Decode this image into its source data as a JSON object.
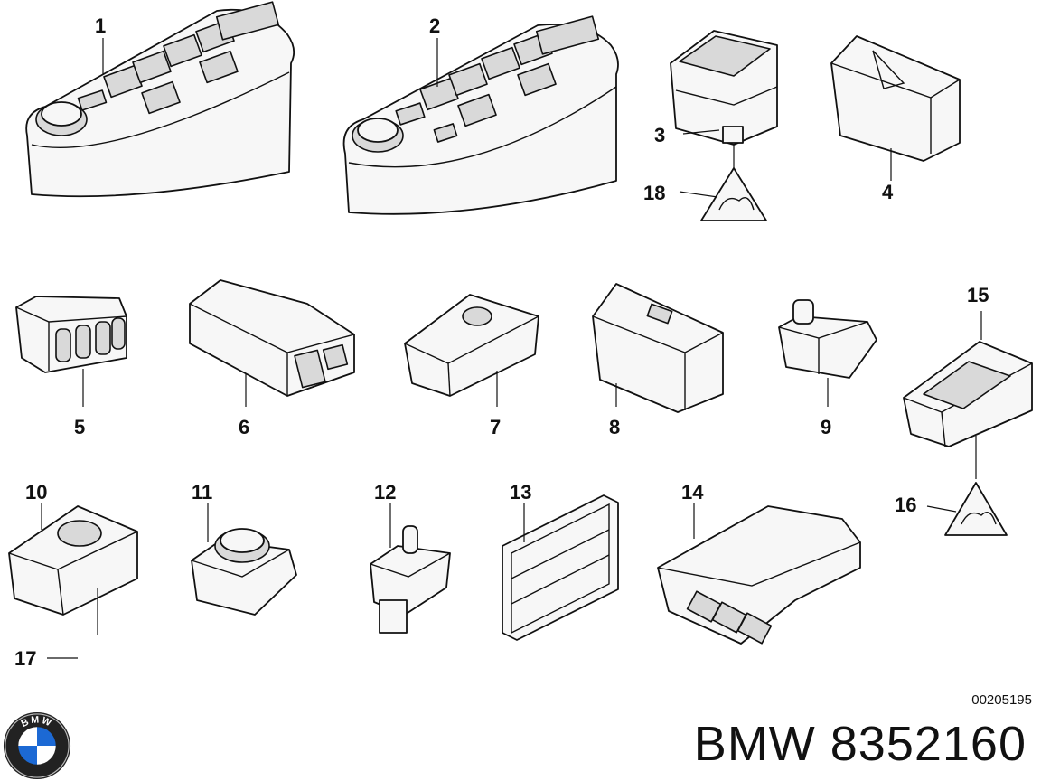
{
  "diagram": {
    "callouts": [
      "1",
      "2",
      "3",
      "4",
      "5",
      "6",
      "7",
      "8",
      "9",
      "10",
      "11",
      "12",
      "13",
      "14",
      "15",
      "16",
      "17",
      "18"
    ],
    "drawing_number": "00205195",
    "brand_title": "BMW 8352160"
  },
  "logo": {
    "letters": "BMW",
    "colors": {
      "blue": "#1c69d4",
      "ring": "#222222"
    }
  },
  "icons": [
    "bmw-logo-icon",
    "warning-triangle-icon"
  ]
}
